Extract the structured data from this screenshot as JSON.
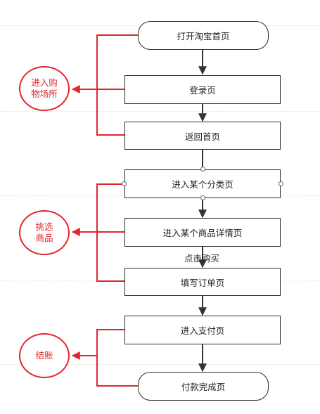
{
  "flow": {
    "step1": "打开淘宝首页",
    "step2": "登录页",
    "step3": "返回首页",
    "step4": "进入某个分类页",
    "step5": "进入某个商品详情页",
    "step6": "填写订单页",
    "step7": "进入支付页",
    "step8": "付款完成页",
    "edge_label": "点击购买"
  },
  "groups": {
    "group1_line1": "进入购",
    "group1_line2": "物场所",
    "group2_line1": "挑选",
    "group2_line2": "商品",
    "group3": "结账"
  },
  "colors": {
    "group_accent": "#e0262c",
    "node_border": "#2b2b2b",
    "arrow": "#333333"
  }
}
